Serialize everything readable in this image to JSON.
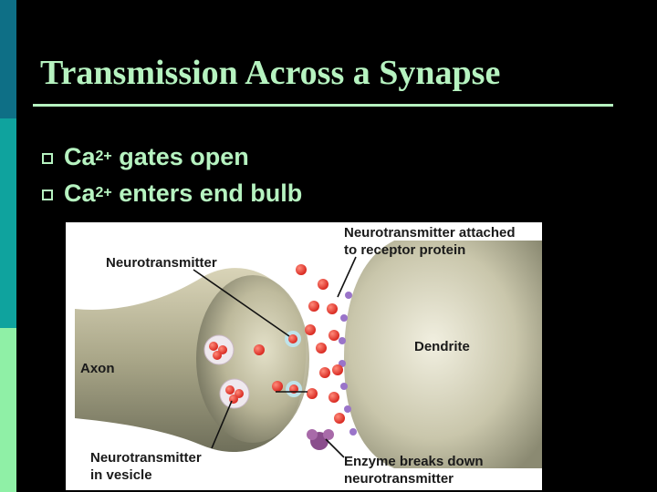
{
  "slide": {
    "title": "Transmission Across a Synapse",
    "bullets": [
      {
        "pre": "Ca",
        "sup": "2+",
        "post": " gates open"
      },
      {
        "pre": "Ca",
        "sup": "2+",
        "post": " enters end bulb"
      }
    ]
  },
  "figure": {
    "labels": {
      "neurotransmitter": "Neurotransmitter",
      "attached_line1": "Neurotransmitter attached",
      "attached_line2": "to receptor protein",
      "axon": "Axon",
      "dendrite": "Dendrite",
      "vesicle_line1": "Neurotransmitter",
      "vesicle_line2": "in vesicle",
      "enzyme_line1": "Enzyme breaks down",
      "enzyme_line2": "neurotransmitter"
    }
  },
  "colors": {
    "background": "#000000",
    "title": "#b6f3c0",
    "side_bar": [
      "#0e6f86",
      "#0fa39e",
      "#8ff0a6"
    ]
  }
}
